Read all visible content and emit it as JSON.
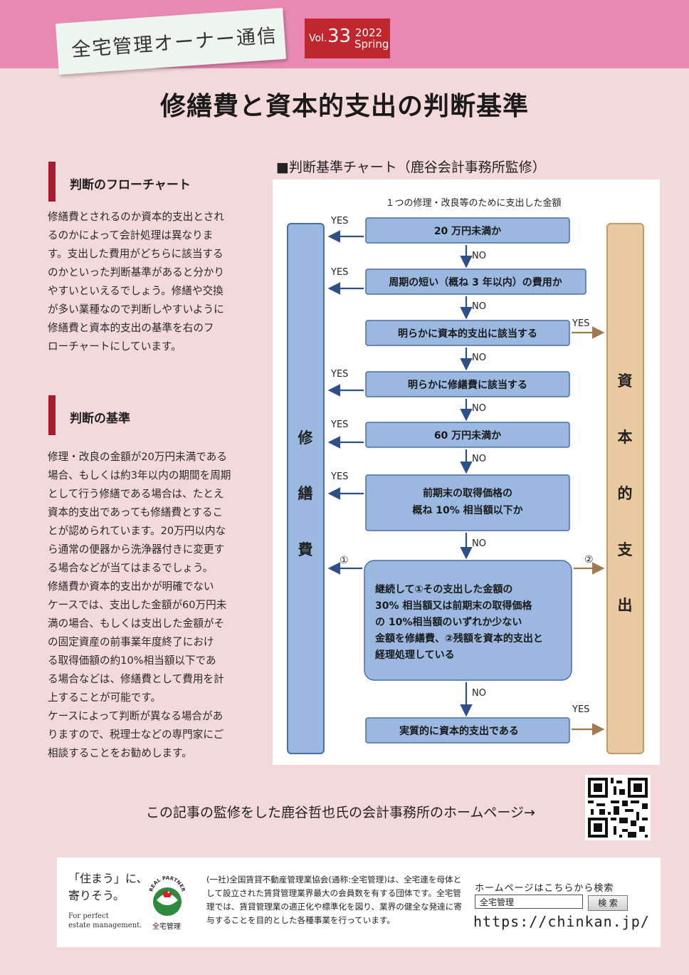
{
  "header": {
    "masthead": "全宅管理オーナー通信",
    "vol_label": "Vol.",
    "vol_num": "33",
    "year": "2022",
    "season": "Spring"
  },
  "title": "修繕費と資本的支出の判断基準",
  "sections": [
    {
      "heading": "判断のフローチャート",
      "lines": [
        "修繕費とされるのか資本的支出とされ",
        "るのかによって会計処理は異なりま",
        "す。支出した費用がどちらに該当する",
        "のかといった判断基準があると分かり",
        "やすいといえるでしょう。修繕や交換",
        "が多い業種なので判断しやすいように",
        "修繕費と資本的支出の基準を右のフ",
        "ローチャートにしています。"
      ]
    },
    {
      "heading": "判断の基準",
      "lines": [
        "修理・改良の金額が20万円未満である",
        "場合、もしくは約3年以内の期間を周期",
        "として行う修繕である場合は、たとえ",
        "資本的支出であっても修繕費とするこ",
        "とが認められています。20万円以内な",
        "ら通常の便器から洗浄器付きに変更す",
        "る場合などが当てはまるでしょう。",
        "修繕費か資本的支出かが明確でない",
        "ケースでは、支出した金額が60万円未",
        "満の場合、もしくは支出した金額がそ",
        "の固定資産の前事業年度終了におけ",
        "る取得価額の約10%相当額以下であ",
        "る場合などは、修繕費として費用を計",
        "上することが可能です。",
        "ケースによって判断が異なる場合があ",
        "りますので、税理士などの専門家にご",
        "相談することをお勧めします。"
      ]
    }
  ],
  "chart": {
    "label": "■判断基準チャート（鹿谷会計事務所監修）",
    "top_text": "１つの修理・改良等のために支出した金額",
    "left_column": [
      "修",
      "繕",
      "費"
    ],
    "right_column": [
      "資",
      "本",
      "的",
      "支",
      "出"
    ],
    "yes": "YES",
    "no": "NO",
    "circle1": "①",
    "circle2": "②",
    "steps": [
      {
        "lines": [
          "20 万円未満か"
        ]
      },
      {
        "lines": [
          "周期の短い（概ね 3 年以内）の費用か"
        ]
      },
      {
        "lines": [
          "明らかに資本的支出に該当する"
        ]
      },
      {
        "lines": [
          "明らかに修繕費に該当する"
        ]
      },
      {
        "lines": [
          "60 万円未満か"
        ]
      },
      {
        "lines": [
          "前期末の取得価格の",
          "概ね 10% 相当額以下か"
        ]
      },
      {
        "lines": [
          "継続して①その支出した金額の",
          "30% 相当額又は前期末の取得価格",
          "の 10%相当額のいずれか少ない",
          "金額を修繕費、②残額を資本的支出と",
          "経理処理している"
        ]
      },
      {
        "lines": [
          "実質的に資本的支出である"
        ]
      }
    ]
  },
  "supervise_text": "この記事の監修をした鹿谷哲也氏の会計事務所のホームページ→",
  "footer": {
    "slogan_lines": [
      "「住まう」に、",
      "寄りそう。"
    ],
    "slogan_en_lines": [
      "For perfect",
      "estate management."
    ],
    "logo_arc": "REAL PARTNER",
    "logo_label": "全宅管理",
    "association_text": "(一社)全国賃貸不動産管理業協会(通称:全宅管理)は、全宅連を母体として設立された賃貸管理業界最大の会員数を有する団体です。全宅管理では、賃貸管理業の適正化や標準化を図り、業界の健全な発達に寄与することを目的とした各種事業を行っています。",
    "hp_label": "ホームページはこちらから検索",
    "search_value": "全宅管理",
    "search_button": "検 索",
    "url": "https://chinkan.jp/"
  },
  "colors": {
    "band": "#e889b4",
    "accent_red": "#a61c2f",
    "box_blue": "#9ab8e0",
    "box_border": "#4a6fa5",
    "column_tan": "#e8c9a0",
    "arrow_blue": "#2d4f8a",
    "arrow_tan": "#a07a4e"
  }
}
